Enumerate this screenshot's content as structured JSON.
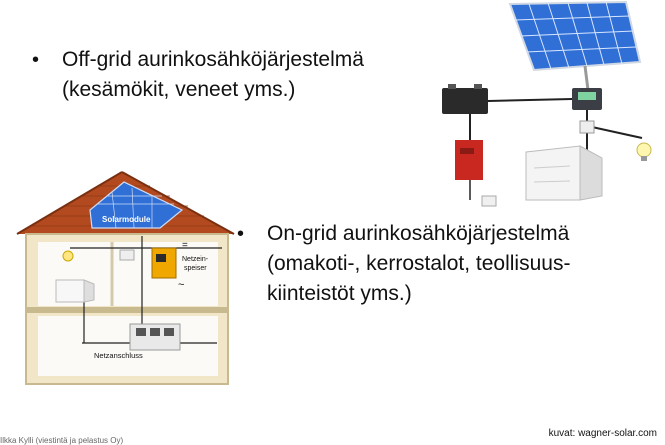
{
  "slide": {
    "bullet1": {
      "line1": "Off-grid aurinkosähköjärjestelmä",
      "line2": "(kesämökit, veneet yms.)"
    },
    "bullet2": {
      "line1": "On-grid aurinkosähköjärjestelmä",
      "line2": " (omakoti-, kerrostalot, teollisuus-",
      "line3": "kiinteistöt yms.)"
    },
    "bullet_glyph": "•"
  },
  "house_diagram": {
    "solarmodule_label": "Solarmodule",
    "netzeinspeiser_label_1": "Netzein-",
    "netzeinspeiser_label_2": "speiser",
    "netzanschluss_label": "Netzanschluss",
    "dc_symbol": "=",
    "ac_symbol": "~"
  },
  "footer": {
    "credit": "kuvat: wagner-solar.com",
    "left_cut": "Ilkka Kylli (viestintä ja pelastus Oy)"
  },
  "colors": {
    "solar_panel": "#2f6fd6",
    "roof": "#b34a1f",
    "inverter": "#f0a800",
    "battery": "#2a2a2a",
    "red_unit": "#c8281f"
  }
}
